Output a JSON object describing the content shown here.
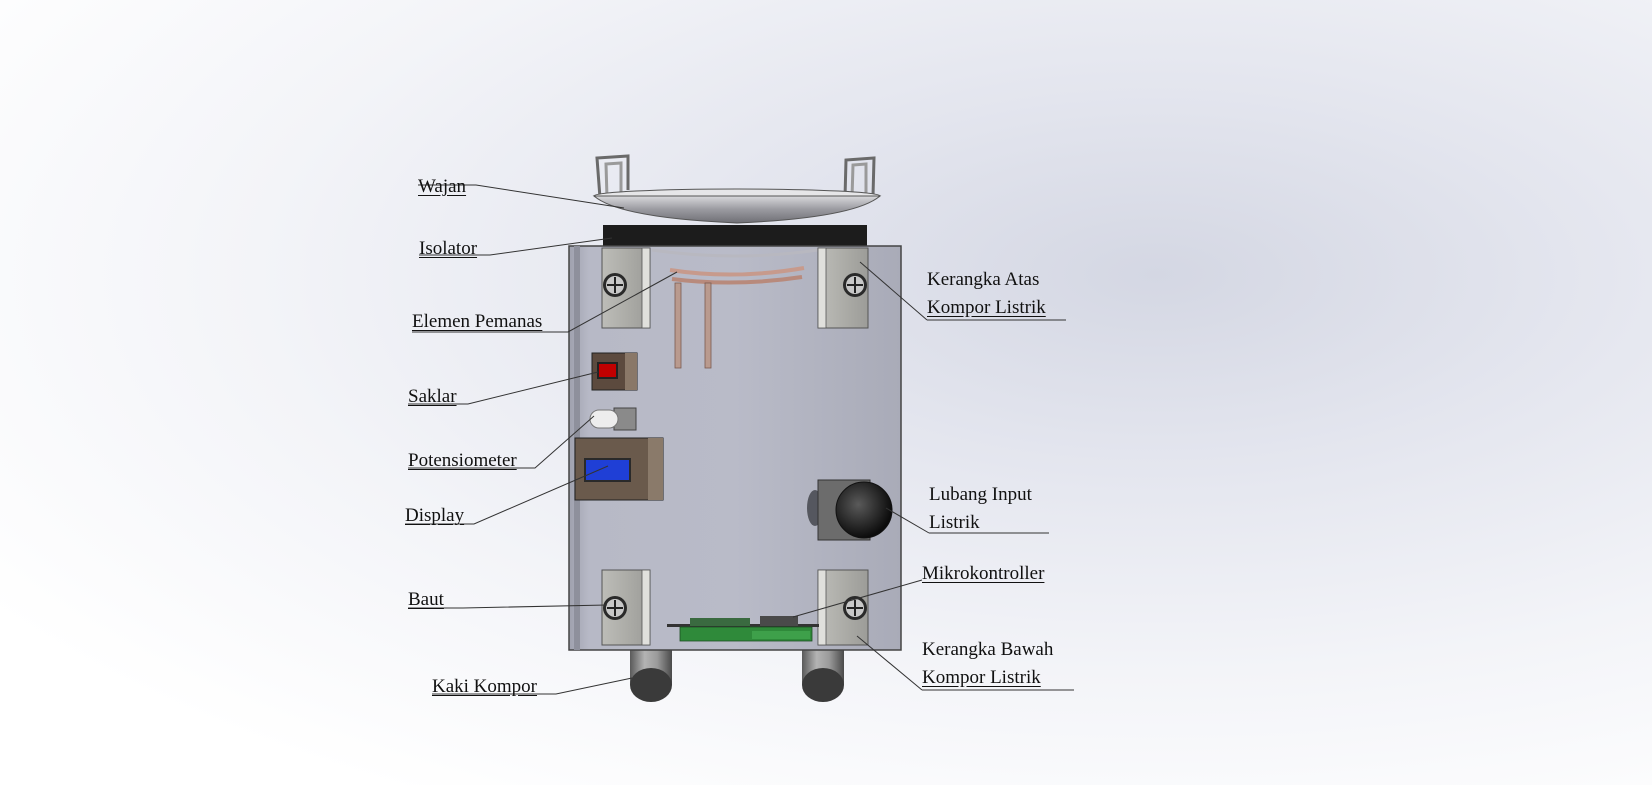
{
  "diagram": {
    "labels": {
      "wajan": "Wajan",
      "isolator": "Isolator",
      "elemen_pemanas": "Elemen Pemanas",
      "saklar": "Saklar",
      "potensiometer": "Potensiometer",
      "display": "Display",
      "baut": "Baut",
      "kaki_kompor": "Kaki Kompor",
      "kerangka_atas_1": "Kerangka Atas",
      "kerangka_atas_2": "Kompor Listrik",
      "lubang_input_1": "Lubang Input",
      "lubang_input_2": "Listrik",
      "mikrokontroller": "Mikrokontroller",
      "kerangka_bawah_1": "Kerangka Bawah",
      "kerangka_bawah_2": "Kompor Listrik"
    },
    "colors": {
      "housing": "#b4b6c3",
      "frame": "#a9a9a6",
      "isolator": "#1c1c1c",
      "heating_element": "#c79a8c",
      "switch_red": "#c00000",
      "display_blue": "#1f3fd6",
      "pcb_green": "#2f8a3a",
      "leader_line": "#333333"
    }
  }
}
